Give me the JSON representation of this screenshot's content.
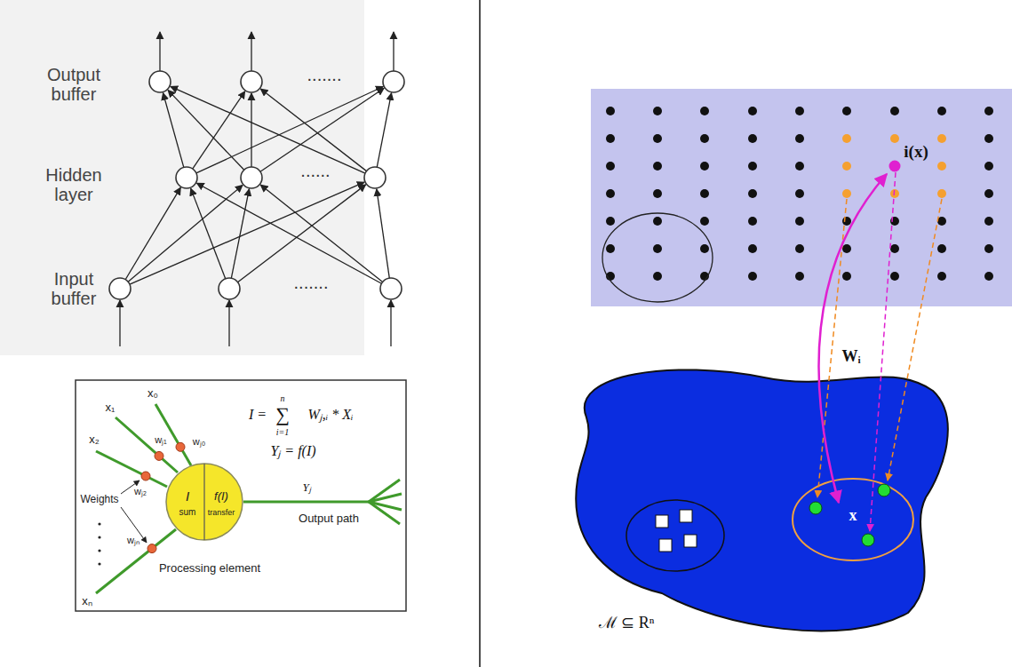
{
  "diagram": {
    "nodes": [
      {
        "text": [
          "I",
          "sum",
          "f(I)",
          "transfer"
        ]
      }
    ],
    "labels": [
      "Output buffer",
      ".......",
      "Hidden layer",
      "......",
      "Input buffer",
      ".......",
      "x₀",
      "x₁",
      "x₂",
      "xₙ",
      "wⱼ₀",
      "wⱼ₁",
      "wⱼ₂",
      "wⱼₙ",
      "Weights",
      "I =",
      "∑",
      "n",
      "i=1",
      "Wⱼ,ᵢ * Xᵢ",
      "Yⱼ = f(I)",
      "Yⱼ",
      "Output path",
      "Processing element",
      "i(x)",
      "Wᵢ",
      "x",
      "ℳ ⊆ Rⁿ"
    ]
  }
}
